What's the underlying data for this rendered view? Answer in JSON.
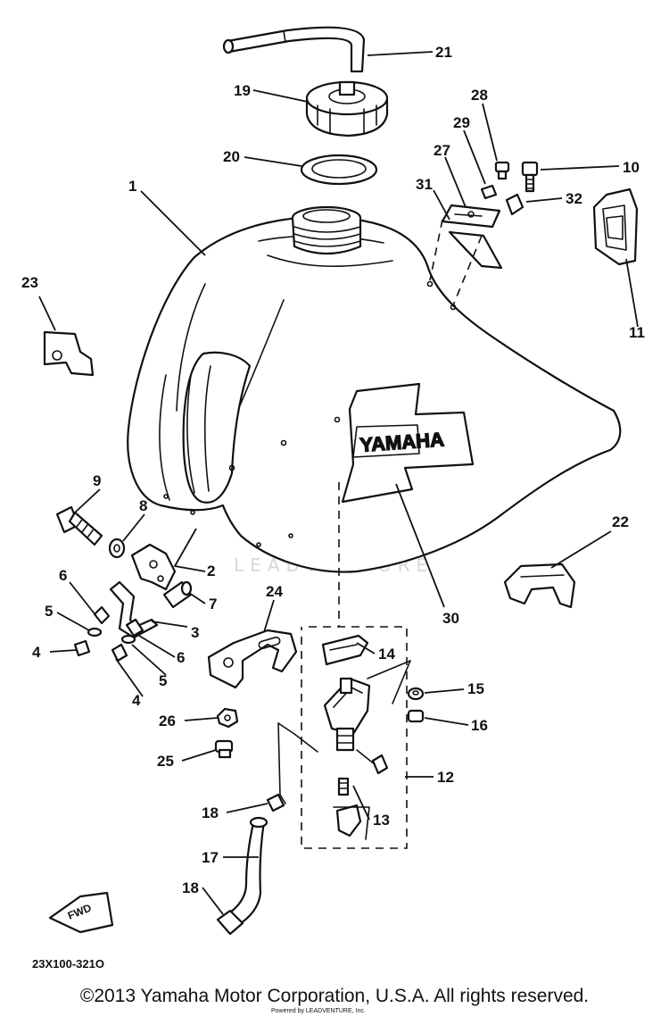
{
  "watermark": "LEADVENTURE",
  "tank_logo": "YAMAHA",
  "fwd_label": "FWD",
  "diagram_code": "23X100-321O",
  "copyright": "©2013 Yamaha Motor Corporation, U.S.A. All rights reserved.",
  "fine_print": "Powered by LEADVENTURE, Inc.",
  "callouts": {
    "c1": "1",
    "c2": "2",
    "c3": "3",
    "c4a": "4",
    "c4b": "4",
    "c5a": "5",
    "c5b": "5",
    "c6a": "6",
    "c6b": "6",
    "c7": "7",
    "c8": "8",
    "c9": "9",
    "c10": "10",
    "c11": "11",
    "c12": "12",
    "c13": "13",
    "c14": "14",
    "c15": "15",
    "c16": "16",
    "c17": "17",
    "c18a": "18",
    "c18b": "18",
    "c19": "19",
    "c20": "20",
    "c21": "21",
    "c22": "22",
    "c23": "23",
    "c24": "24",
    "c25": "25",
    "c26": "26",
    "c27": "27",
    "c28": "28",
    "c29": "29",
    "c30": "30",
    "c31": "31",
    "c32": "32"
  }
}
